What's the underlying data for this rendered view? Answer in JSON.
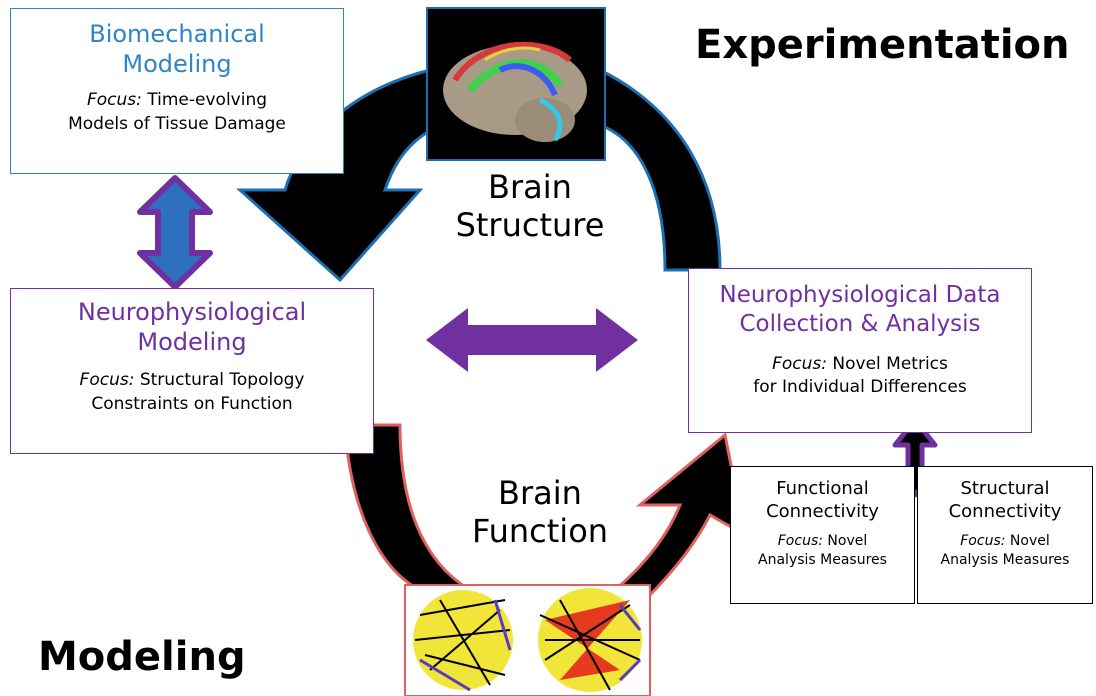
{
  "headings": {
    "experimentation": "Experimentation",
    "modeling": "Modeling"
  },
  "center_labels": {
    "brain_structure_line1": "Brain",
    "brain_structure_line2": "Structure",
    "brain_function_line1": "Brain",
    "brain_function_line2": "Function"
  },
  "biomechanical": {
    "title_line1": "Biomechanical",
    "title_line2": "Modeling",
    "focus_label": "Focus:",
    "focus_line1": "Time-evolving",
    "focus_line2": "Models of Tissue Damage"
  },
  "neuro_modeling": {
    "title_line1": "Neurophysiological",
    "title_line2": "Modeling",
    "focus_label": "Focus:",
    "focus_line1": "Structural Topology",
    "focus_line2": "Constraints on Function"
  },
  "neuro_data": {
    "title_line1": "Neurophysiological Data",
    "title_line2": "Collection & Analysis",
    "focus_label": "Focus:",
    "focus_line1": "Novel Metrics",
    "focus_line2": "for Individual Differences"
  },
  "functional": {
    "title_line1": "Functional",
    "title_line2": "Connectivity",
    "focus_label": "Focus:",
    "focus_line1": "Novel",
    "focus_line2": "Analysis Measures"
  },
  "structural": {
    "title_line1": "Structural",
    "title_line2": "Connectivity",
    "focus_label": "Focus:",
    "focus_line1": "Novel",
    "focus_line2": "Analysis Measures"
  },
  "colors": {
    "biomech_blue": "#2e86c8",
    "purple": "#7030a0",
    "cycle_arrow": "#000000",
    "brain_frame": "#1c6fb0",
    "network_frame": "#e06060"
  }
}
